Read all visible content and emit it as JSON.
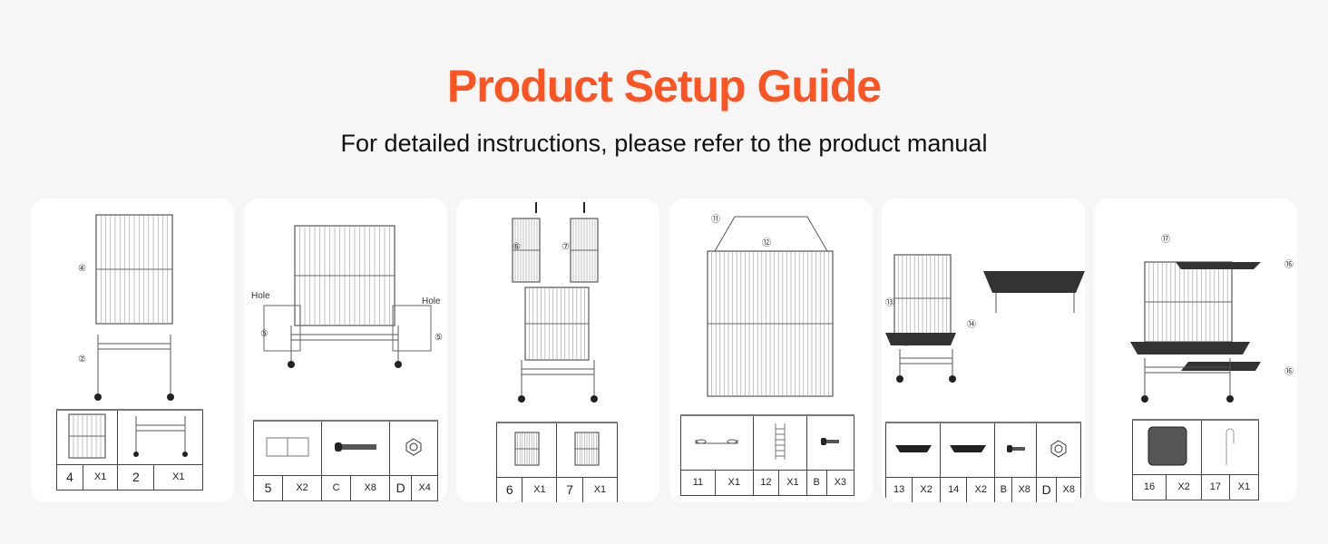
{
  "header": {
    "title": "Product Setup Guide",
    "subtitle": "For detailed instructions, please refer to the product manual"
  },
  "colors": {
    "accent": "#fe5421",
    "background": "#f6f6f6",
    "card": "#ffffff"
  },
  "steps": [
    {
      "callouts": [
        "④",
        "②"
      ],
      "parts": [
        {
          "no": "4",
          "qty": "X1",
          "icon": "cage-panel"
        },
        {
          "no": "2",
          "qty": "X1",
          "icon": "stand-frame"
        }
      ]
    },
    {
      "callouts": [
        "Hole",
        "Hole",
        "⑤",
        "⑤"
      ],
      "parts": [
        {
          "no": "5",
          "qty": "X2",
          "icon": "side-tray-frame"
        },
        {
          "no": "C",
          "qty": "X8",
          "icon": "long-bolt"
        },
        {
          "no": "D",
          "qty": "X4",
          "icon": "nut"
        }
      ]
    },
    {
      "callouts": [
        "⑥",
        "⑦"
      ],
      "parts": [
        {
          "no": "6",
          "qty": "X1",
          "icon": "door-panel"
        },
        {
          "no": "7",
          "qty": "X1",
          "icon": "double-door-panel"
        }
      ]
    },
    {
      "callouts": [
        "⑪",
        "⑫"
      ],
      "parts": [
        {
          "no": "11",
          "qty": "X1",
          "icon": "feeder-bar"
        },
        {
          "no": "12",
          "qty": "X1",
          "icon": "ladder"
        },
        {
          "no": "B",
          "qty": "X3",
          "icon": "screw"
        }
      ]
    },
    {
      "callouts": [
        "⑬",
        "⑭",
        "⑭"
      ],
      "parts": [
        {
          "no": "13",
          "qty": "X2",
          "icon": "tray"
        },
        {
          "no": "14",
          "qty": "X2",
          "icon": "tray"
        },
        {
          "no": "B",
          "qty": "X8",
          "icon": "screw"
        },
        {
          "no": "D",
          "qty": "X8",
          "icon": "nut"
        }
      ]
    },
    {
      "callouts": [
        "⑰",
        "⑯",
        "⑯"
      ],
      "parts": [
        {
          "no": "16",
          "qty": "X2",
          "icon": "bottom-grate"
        },
        {
          "no": "17",
          "qty": "X1",
          "icon": "hook"
        }
      ]
    }
  ]
}
